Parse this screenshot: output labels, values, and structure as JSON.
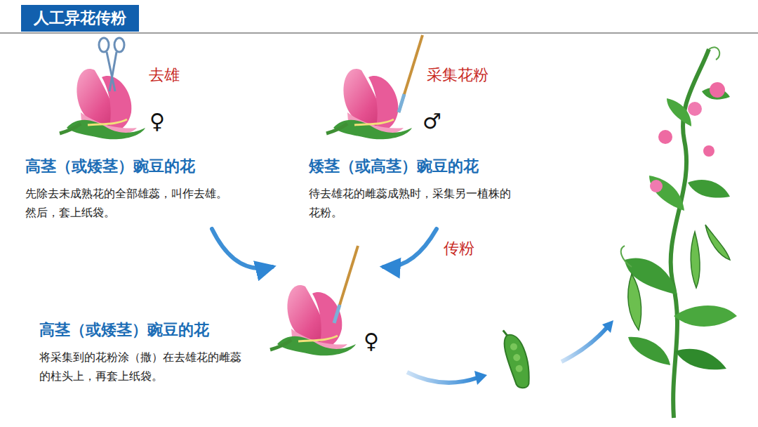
{
  "diagram": {
    "title": "人工异花传粉",
    "nodes": [
      {
        "text": [
          "高茎（或矮茎）豌豆的花",
          "先除去未成熟花的全部雄蕊，叫作去雄。然后，套上纸袋。"
        ]
      },
      {
        "text": [
          "矮茎（或高茎）豌豆的花",
          "待去雄花的雌蕊成熟时，采集另一植株的花粉。"
        ]
      },
      {
        "text": [
          "高茎（或矮茎）豌豆的花",
          "将采集到的花粉涂（撒）在去雄花的雌蕊的柱头上，再套上纸袋。"
        ]
      }
    ],
    "edges": [
      {
        "from": 0,
        "to": 2,
        "arrow": "to"
      },
      {
        "from": 1,
        "to": 2,
        "arrow": "to",
        "label": "传粉"
      }
    ],
    "labels": [
      "去雄",
      "♀",
      "采集花粉",
      "♂",
      "♀"
    ]
  }
}
